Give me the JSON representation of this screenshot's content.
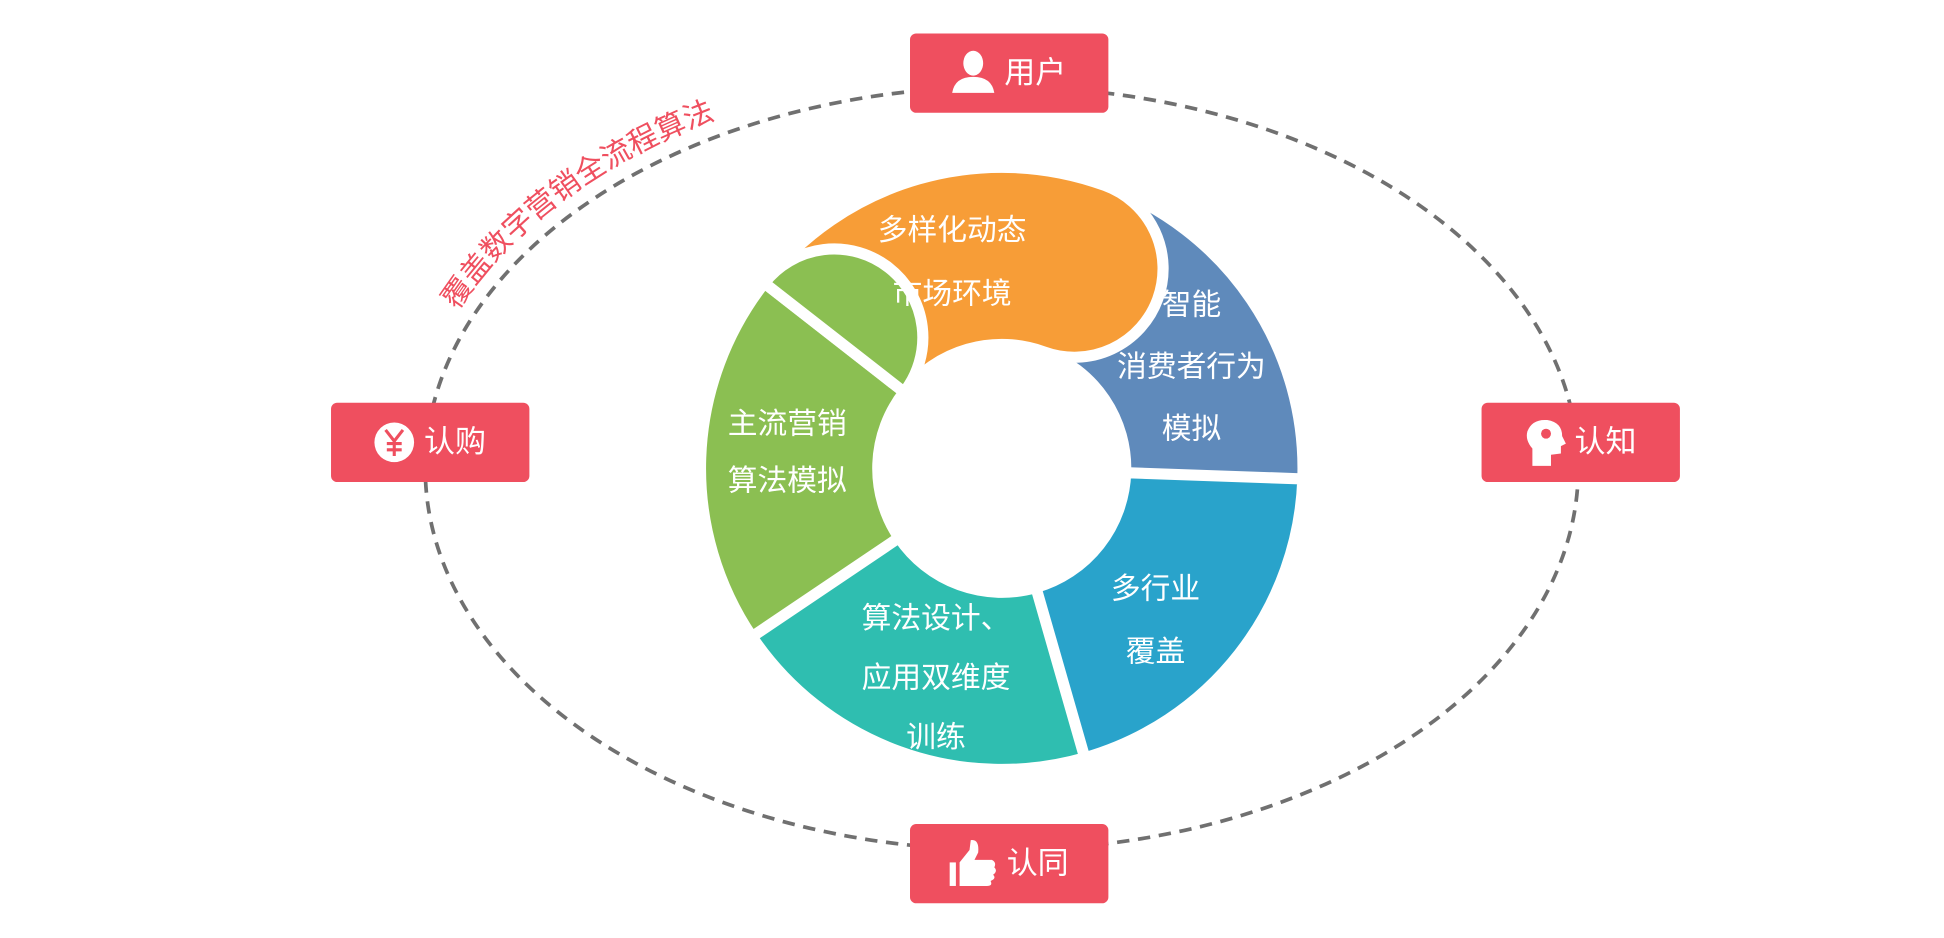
{
  "title_arc": "覆盖数字营销全流程算法",
  "colors": {
    "button": "#ef4f5f",
    "dashed_line": "#707070",
    "orange": "#f79d37",
    "blue": "#5f8abb",
    "cyan": "#29a3cb",
    "teal": "#2fbeb0",
    "green": "#8bbf52"
  },
  "stages": [
    {
      "label": "用户",
      "icon": "user-icon"
    },
    {
      "label": "认知",
      "icon": "head-icon"
    },
    {
      "label": "认同",
      "icon": "thumbs-up-icon"
    },
    {
      "label": "认购",
      "icon": "yen-icon"
    }
  ],
  "petals": [
    {
      "name": "orange",
      "lines": [
        "多样化动态",
        "市场环境"
      ]
    },
    {
      "name": "blue",
      "lines": [
        "智能",
        "消费者行为",
        "模拟"
      ]
    },
    {
      "name": "cyan",
      "lines": [
        "多行业",
        "覆盖"
      ]
    },
    {
      "name": "teal",
      "lines": [
        "算法设计、",
        "应用双维度",
        "训练"
      ]
    },
    {
      "name": "green",
      "lines": [
        "主流营销",
        "算法模拟"
      ]
    }
  ]
}
